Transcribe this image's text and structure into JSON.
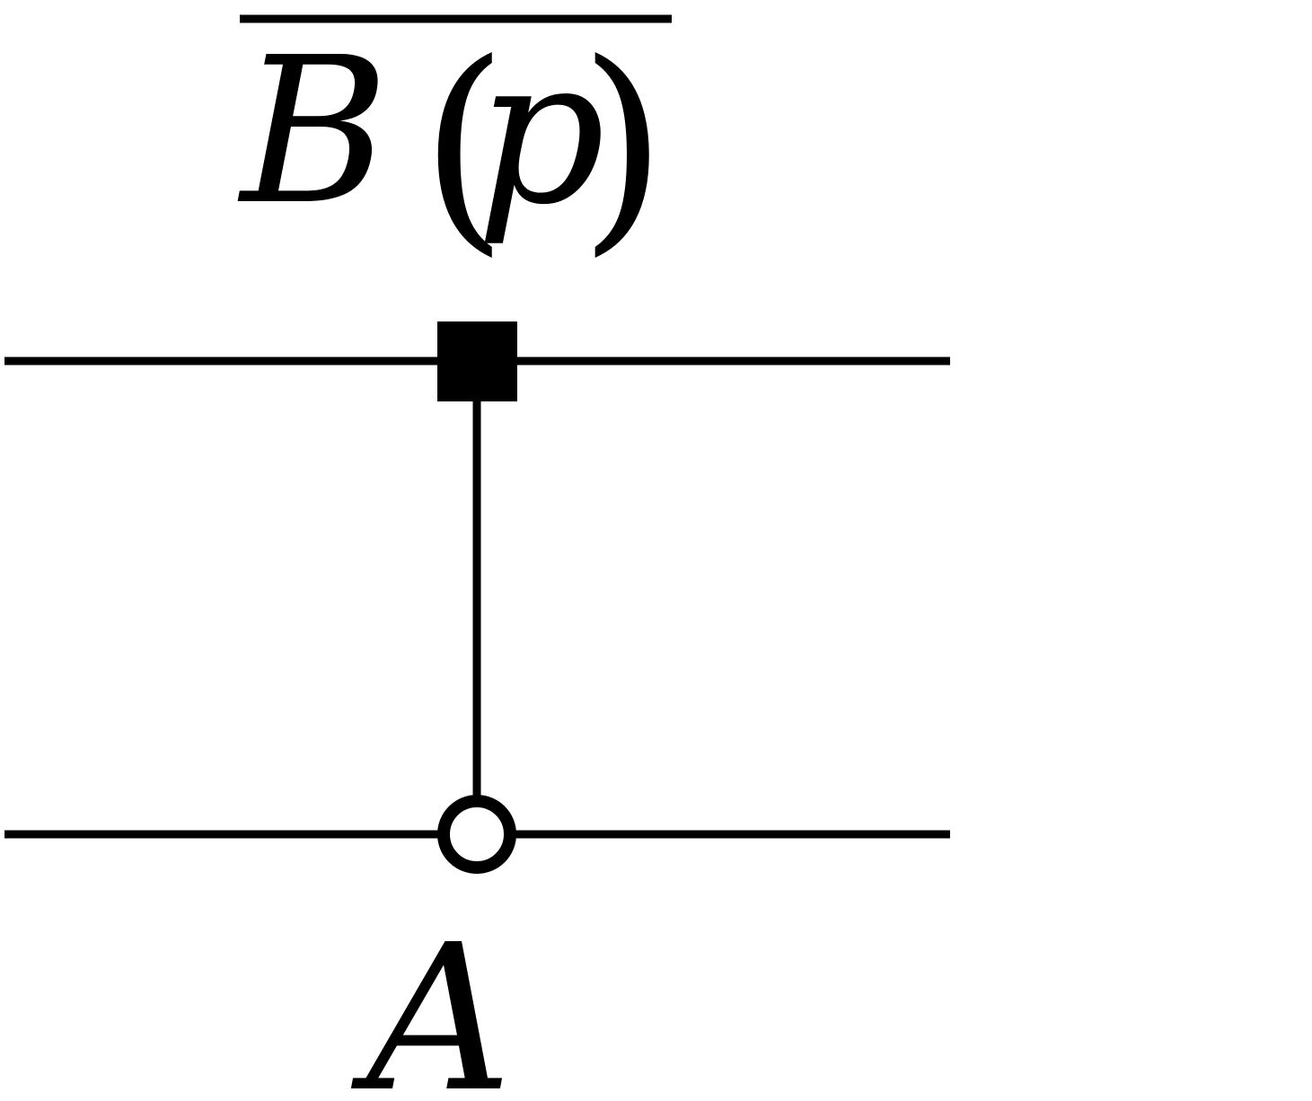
{
  "diagram": {
    "top_label": {
      "func": "B",
      "open_paren": "(",
      "arg": "p",
      "close_paren": ")",
      "overlined": true
    },
    "bottom_label": "A",
    "wires": [
      {
        "name": "top-wire"
      },
      {
        "name": "bottom-wire"
      }
    ],
    "gate": {
      "control_symbol": "filled-square",
      "target_symbol": "open-circle"
    },
    "colors": {
      "ink": "#000000",
      "background": "#ffffff"
    }
  }
}
